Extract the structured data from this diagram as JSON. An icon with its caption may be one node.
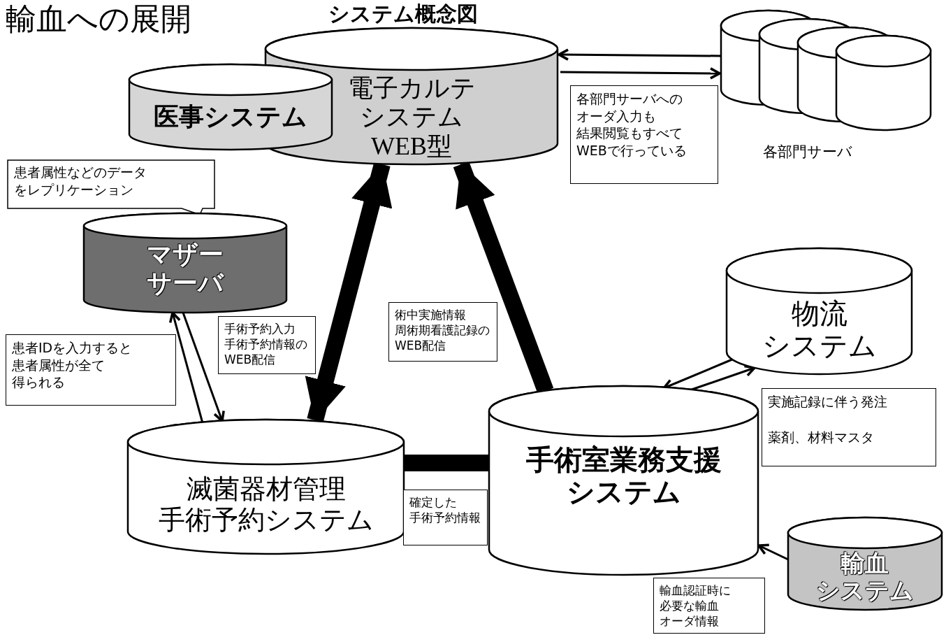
{
  "diagram": {
    "title": "輸血への展開",
    "nodes": [
      {
        "text": [
          "電子カルテシステムWEB型"
        ]
      },
      {
        "text": [
          "医事システム"
        ]
      },
      {
        "text": [],
        "shape": "cylinder",
        "beside": [
          "各部門サーバ"
        ]
      },
      {
        "text": [
          "患者属性などのデータをレプリケーション"
        ]
      },
      {
        "text": [
          "マザーサーバ"
        ]
      },
      {
        "text": [
          "各部門サーバへのオーダ入力も結果閲覧もすべてWEBで行っている"
        ]
      },
      {
        "text": [
          "患者IDを入力すると患者属性が全て得られる"
        ]
      },
      {
        "text": [
          "手術予約入力手術予約情報のWEB配信"
        ]
      },
      {
        "text": [
          "術中実施情報周術期看護記録のWEB配信"
        ]
      },
      {
        "text": [
          "物流システム"
        ]
      },
      {
        "text": [
          "実施記録に伴う発注",
          "薬剤、材料マスタ"
        ]
      },
      {
        "text": [
          "滅菌器材管理手術予約システム"
        ]
      },
      {
        "text": [
          "手術室業務支援システム"
        ]
      },
      {
        "text": [
          "確定した手術予約情報"
        ]
      },
      {
        "text": [
          "輸血認証時に必要な輸血オーダ情報"
        ]
      },
      {
        "text": [
          "輸血システム"
        ]
      }
    ],
    "edges": [
      {
        "from": 2,
        "to": 0,
        "arrow": "to"
      },
      {
        "from": 0,
        "to": 2,
        "arrow": "to"
      },
      {
        "from": 11,
        "to": 4,
        "arrow": "to"
      },
      {
        "from": 4,
        "to": 11,
        "arrow": "to"
      },
      {
        "from": 11,
        "to": 0,
        "arrow": "both",
        "style": "thick"
      },
      {
        "from": 12,
        "to": 0,
        "arrow": "to",
        "style": "thick"
      },
      {
        "from": 11,
        "to": 12,
        "arrow": "none",
        "style": "thick"
      },
      {
        "from": 9,
        "to": 12,
        "arrow": "to"
      },
      {
        "from": 12,
        "to": 9,
        "arrow": "to"
      },
      {
        "from": 15,
        "to": 12,
        "arrow": "to"
      }
    ],
    "labels": [
      "システム概念図"
    ]
  }
}
